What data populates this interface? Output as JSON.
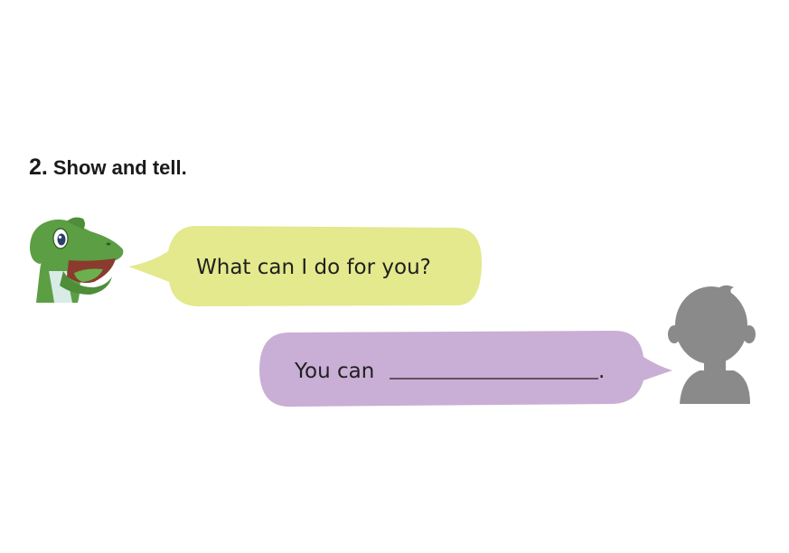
{
  "exercise": {
    "number": "2.",
    "title": "Show and tell."
  },
  "dialogue": {
    "question": "What can I do for you?",
    "answer_prefix": "You can",
    "answer_blank_end": "."
  },
  "colors": {
    "question_bubble": "#e3e98c",
    "answer_bubble": "#c9aed5",
    "dinosaur_green": "#5c9e43",
    "silhouette_gray": "#8a8a8a"
  },
  "icons": {
    "speaker": "dinosaur-mascot-icon",
    "responder": "child-silhouette-icon"
  }
}
